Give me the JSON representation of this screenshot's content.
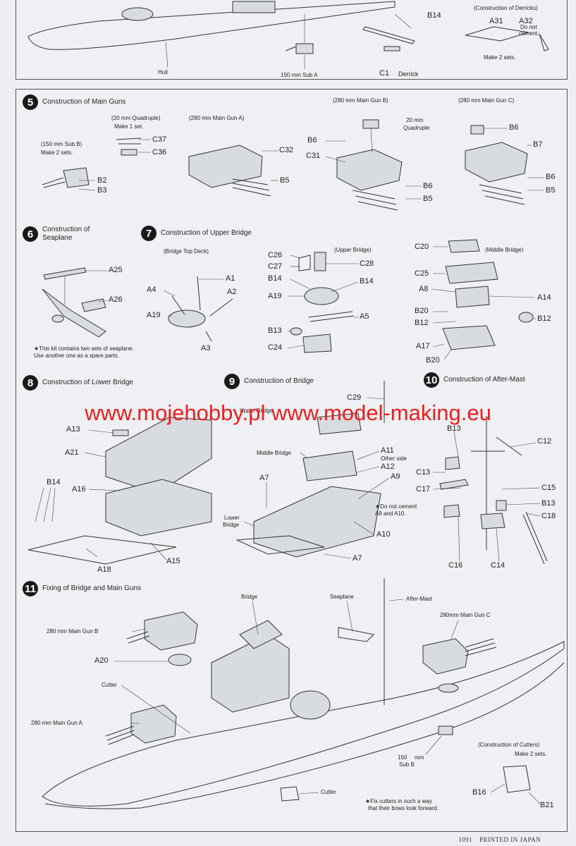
{
  "top": {
    "b14": "B14",
    "hull": "Hull",
    "sub_a": "150 mm Sub A",
    "c1": "C1",
    "derrick": "Derrick",
    "derricks_title": "(Construction of Derricks)",
    "a31": "A31",
    "a32": "A32",
    "do_not": "Do not",
    "cement": "cement.",
    "make2": "Make 2 sets."
  },
  "s5": {
    "num": "5",
    "title": "Construction of Main Guns",
    "quad_title": "(20 mm Quadruple)",
    "make1": "Make 1 set.",
    "c37": "C37",
    "c36": "C36",
    "subb_title": "(150 mm Sub B)",
    "make2": "Make 2 sets.",
    "b2": "B2",
    "b3": "B3",
    "gun_a_title": "(280 mm Main Gun A)",
    "c32": "C32",
    "b5a": "B5",
    "gun_b_title": "(280 mm Main Gun B)",
    "q20": "20 mm",
    "quadruple": "Quadruple",
    "b6a": "B6",
    "c31": "C31",
    "b6b": "B6",
    "b5b": "B5",
    "gun_c_title": "(280 mm Main Gun C)",
    "b6c": "B6",
    "b7": "B7",
    "b6d": "B6",
    "b5c": "B5"
  },
  "s6": {
    "num": "6",
    "title1": "Construction of",
    "title2": "Seaplane",
    "a25": "A25",
    "a26": "A26",
    "note1": "★This kit contains two sets of seaplane.",
    "note2": "Use another one as a spare parts."
  },
  "s7": {
    "num": "7",
    "title": "Construction of Upper Bridge",
    "top_deck": "(Bridge Top Deck)",
    "a1": "A1",
    "a4": "A4",
    "a2": "A2",
    "a19a": "A19",
    "a3": "A3",
    "upper_bridge": "(Upper Bridge)",
    "c26": "C26",
    "c27": "C27",
    "c28": "C28",
    "b14a": "B14",
    "b14b": "B14",
    "a19b": "A19",
    "a5": "A5",
    "b13": "B13",
    "c24": "C24",
    "middle_bridge": "(Middle Bridge)",
    "c20": "C20",
    "c25": "C25",
    "a8": "A8",
    "a14": "A14",
    "b20a": "B20",
    "b12a": "B12",
    "b12b": "B12",
    "a17": "A17",
    "b20b": "B20"
  },
  "s8": {
    "num": "8",
    "title": "Construction of Lower Bridge",
    "a13": "A13",
    "a21": "A21",
    "b14": "B14",
    "a16": "A16",
    "a18": "A18",
    "a15": "A15"
  },
  "s9": {
    "num": "9",
    "title": "Construction of Bridge",
    "c29": "C29",
    "upper_bridge": "Upper Bridge",
    "middle_bridge": "Middle Bridge",
    "a11": "A11",
    "other_side": "Other side",
    "a12": "A12",
    "a9": "A9",
    "a7a": "A7",
    "note1": "★Do not cement",
    "note2": "A9 and A10.",
    "lower": "Lower",
    "bridge": "Bridge",
    "a10": "A10",
    "a7b": "A7"
  },
  "s10": {
    "num": "10",
    "title": "Construction of After-Mast",
    "b13a": "B13",
    "c12": "C12",
    "c13": "C13",
    "c17": "C17",
    "c15": "C15",
    "b13b": "B13",
    "c18": "C18",
    "c16": "C16",
    "c14": "C14"
  },
  "s11": {
    "num": "11",
    "title": "Fixing of Bridge and Main Guns",
    "bridge": "Bridge",
    "seaplane": "Seaplane",
    "after_mast": "After-Mast",
    "gun_c": "280mm Main Gun C",
    "gun_b": "280 mm Main Gun B",
    "a20": "A20",
    "cutter": "Cutter",
    "gun_a": "280 mm Main Gun A",
    "sub_b1": "150",
    "sub_b2": "mm",
    "sub_b3": "Sub B",
    "cutters_title": "(Construction of Cutters)",
    "make2": "Make 2 sets.",
    "cutter2": "Cutter",
    "note1": "★Fix cutters in such a way",
    "note2": "that their bows look forward.",
    "b16": "B16",
    "b21": "B21"
  },
  "watermark": "www.mojehobby.pl www.model-making.eu",
  "footer": {
    "code": "1091",
    "printed": "PRINTED IN JAPAN"
  }
}
